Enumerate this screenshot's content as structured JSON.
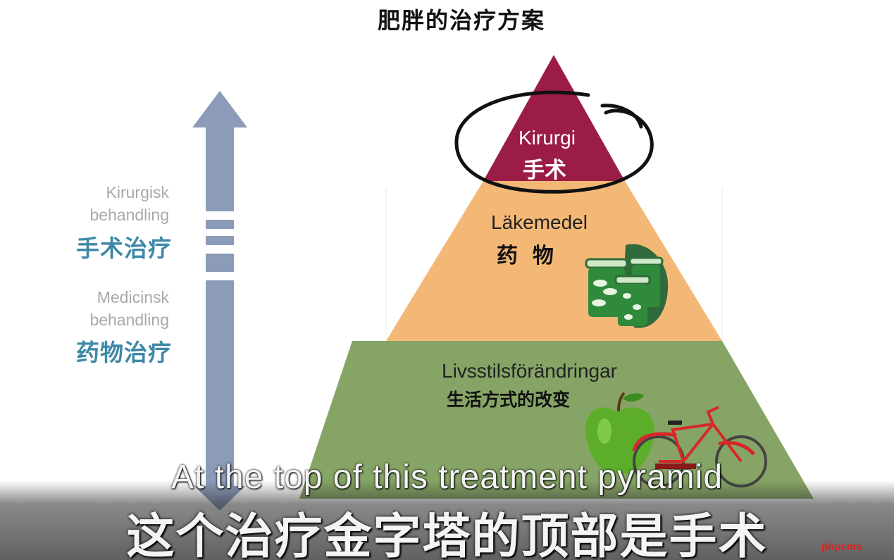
{
  "title": "肥胖的治疗方案",
  "side": {
    "surgical_sv": "Kirurgisk\nbehandling",
    "surgical_zh": "手术治疗",
    "medical_sv": "Medicinsk\nbehandling",
    "medical_zh": "药物治疗"
  },
  "pyramid": {
    "top": {
      "sv": "Kirurgi",
      "zh": "手术"
    },
    "middle": {
      "sv": "Läkemedel",
      "zh": "药  物"
    },
    "bottom": {
      "sv": "Livsstilsförändringar",
      "zh": "生活方式的改变"
    }
  },
  "icons": {
    "surgery": "circled-highlight",
    "medicine": "pill-bottles-icon",
    "lifestyle": [
      "apple-icon",
      "bicycle-icon"
    ],
    "arrow": "double-arrow-icon"
  },
  "colors": {
    "top_tier": "#9b1d45",
    "middle_tier": "#f4b876",
    "bottom_tier": "#86a466",
    "arrow": "#8b9bb8",
    "side_zh": "#3f88a8"
  },
  "subtitles": {
    "en": "At the top of this treatment pyramid",
    "zh": "这个治疗金字塔的顶部是手术"
  },
  "watermark": "phpcms"
}
